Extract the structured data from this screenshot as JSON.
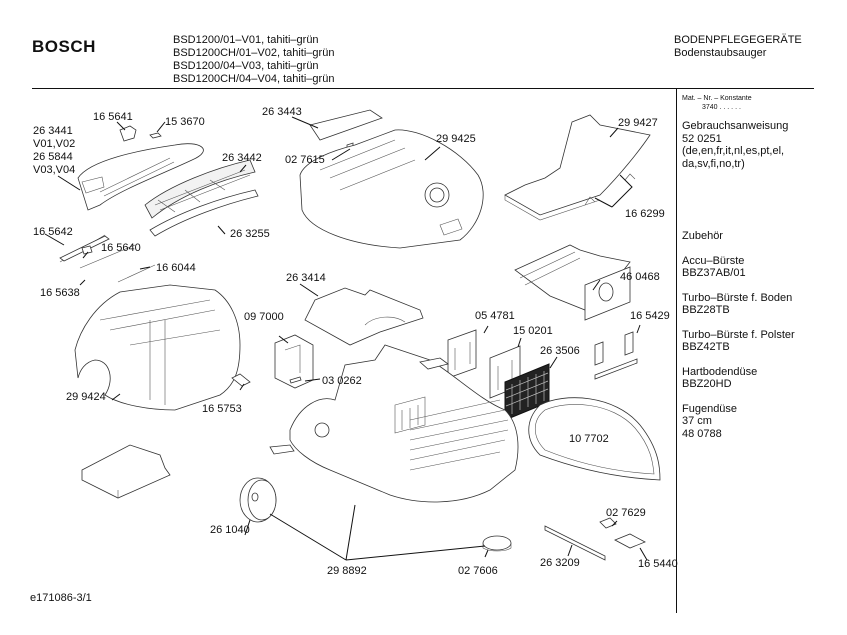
{
  "header": {
    "brand": "BOSCH",
    "models": [
      "BSD1200/01–V01, tahiti–grün",
      "BSD1200CH/01–V02, tahiti–grün",
      "BSD1200/04–V03, tahiti–grün",
      "BSD1200CH/04–V04, tahiti–grün"
    ],
    "category": "BODENPFLEGEGERÄTE",
    "subcategory": "Bodenstaubsauger"
  },
  "sidebar": {
    "mat_nr_label": "Mat. – Nr. – Konstante",
    "mat_nr_value": "3740 . .   . . . .",
    "manual_title": "Gebrauchsanweisung",
    "manual_number": "52 0251",
    "manual_languages_1": "(de,en,fr,it,nl,es,pt,el,",
    "manual_languages_2": "da,sv,fi,no,tr)",
    "accessories_title": "Zubehör",
    "accessories": [
      {
        "name": "Accu–Bürste",
        "code": "BBZ37AB/01"
      },
      {
        "name": "Turbo–Bürste f. Boden",
        "code": "BBZ28TB"
      },
      {
        "name": "Turbo–Bürste f. Polster",
        "code": "BBZ42TB"
      },
      {
        "name": "Hartbodendüse",
        "code": "BBZ20HD"
      }
    ],
    "crevice_tool": {
      "name": "Fugendüse",
      "size": "37 cm",
      "code": "48 0788"
    }
  },
  "parts": {
    "p263441": "26 3441",
    "v0102": "V01,V02",
    "p265844": "26 5844",
    "v0304": "V03,V04",
    "p165641": "16 5641",
    "p153670": "15 3670",
    "p263442": "26 3442",
    "p263255": "26 3255",
    "p263443": "26 3443",
    "p027615": "02 7615",
    "p299425": "29 9425",
    "p299427": "29 9427",
    "p166299": "16 6299",
    "p165642": "16 5642",
    "p165640": "16 5640",
    "p166044": "16 6044",
    "p165638": "16 5638",
    "p263414": "26 3414",
    "p460468": "46 0468",
    "p097000": "09 7000",
    "p054781": "05 4781",
    "p150201": "15 0201",
    "p165429": "16 5429",
    "p263506": "26 3506",
    "p030262": "03 0262",
    "p299424": "29 9424",
    "p165753": "16 5753",
    "p107702": "10 7702",
    "p261040": "26 1040",
    "p027629": "02 7629",
    "p263209": "26 3209",
    "p165440": "16 5440",
    "p298892": "29 8892",
    "p027606": "02 7606"
  },
  "footer": {
    "doc_id": "e171086-3/1"
  }
}
